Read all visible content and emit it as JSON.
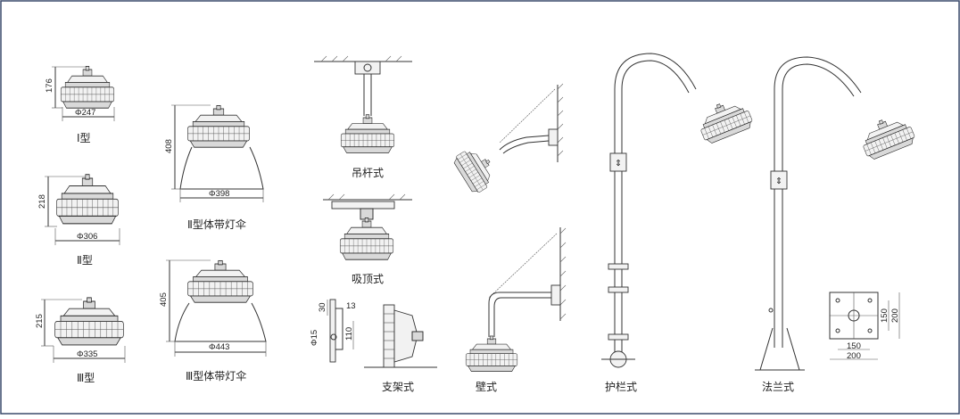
{
  "figures": {
    "type1": {
      "caption": "Ⅰ型",
      "height": "176",
      "diameter": "Φ247"
    },
    "type2": {
      "caption": "Ⅱ型",
      "height": "218",
      "diameter": "Φ306"
    },
    "type3": {
      "caption": "Ⅲ型",
      "height": "215",
      "diameter": "Φ335"
    },
    "shade2": {
      "caption": "Ⅱ型体带灯伞",
      "height": "408",
      "diameter": "Φ398"
    },
    "shade3": {
      "caption": "Ⅲ型体带灯伞",
      "height": "405",
      "diameter": "Φ443"
    },
    "pendant": {
      "caption": "吊杆式"
    },
    "ceiling": {
      "caption": "吸顶式"
    },
    "bracket": {
      "caption": "支架式",
      "dim_a": "30",
      "dim_b": "13",
      "dim_c": "Φ15",
      "dim_d": "110"
    },
    "wall": {
      "caption": "壁式"
    },
    "guardrail": {
      "caption": "护栏式"
    },
    "flange": {
      "caption": "法兰式",
      "dim_w1": "150",
      "dim_w2": "200",
      "dim_h1": "150",
      "dim_h2": "200"
    }
  },
  "colors": {
    "border": "#3a4a6b",
    "line": "#333333"
  }
}
